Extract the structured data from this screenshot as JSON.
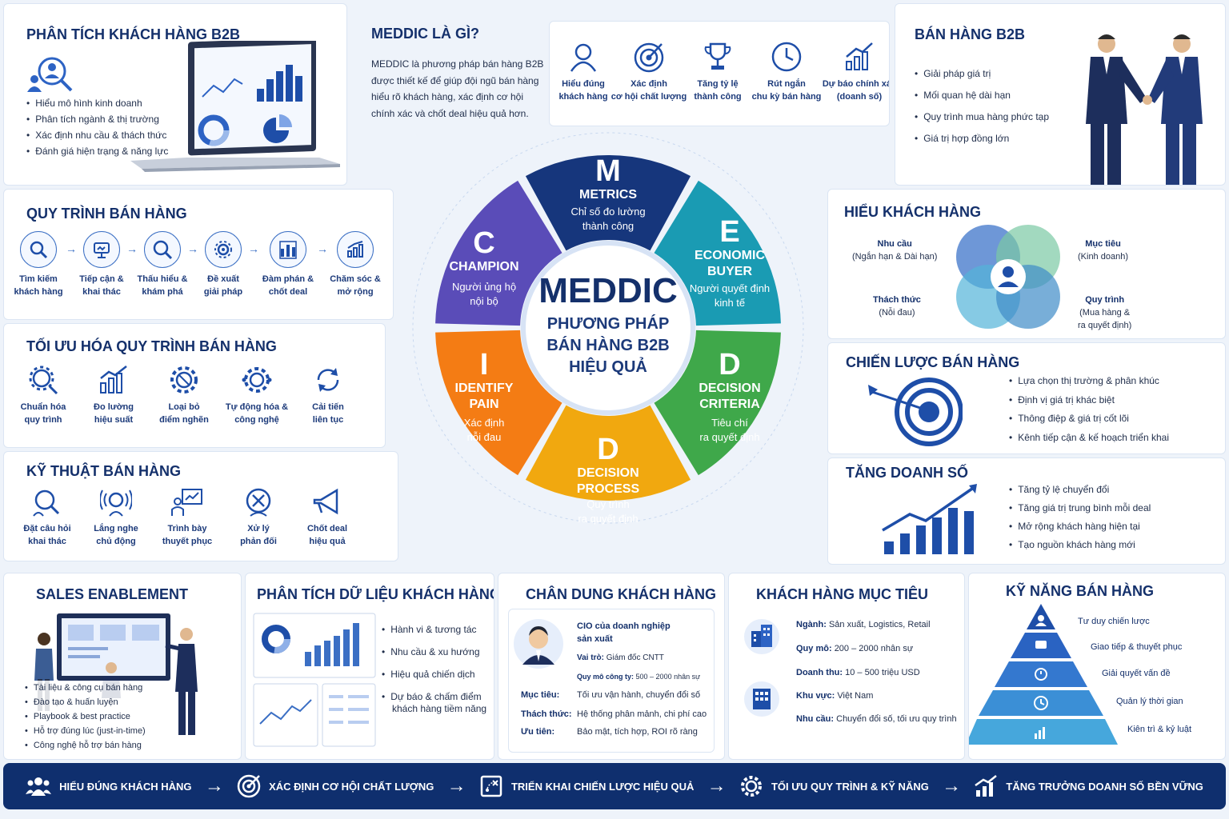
{
  "b2b_analysis": {
    "title": "PHÂN TÍCH KHÁCH HÀNG B2B",
    "bullets": [
      "Hiểu mô hình kinh doanh",
      "Phân tích ngành & thị trường",
      "Xác định nhu cầu & thách thức",
      "Đánh giá hiện trạng & năng lực"
    ]
  },
  "meddic_intro": {
    "title": "MEDDIC LÀ GÌ?",
    "body": [
      "MEDDIC là phương pháp bán hàng B2B",
      "được thiết kế để giúp đội ngũ bán hàng",
      "hiểu rõ khách hàng, xác định cơ hội",
      "chính xác và chốt deal hiệu quả hơn."
    ],
    "benefits": [
      {
        "icon": "user-icon",
        "l1": "Hiểu đúng",
        "l2": "khách hàng"
      },
      {
        "icon": "target-icon",
        "l1": "Xác định",
        "l2": "cơ hội chất lượng"
      },
      {
        "icon": "trophy-icon",
        "l1": "Tăng tỷ lệ",
        "l2": "thành công"
      },
      {
        "icon": "clock-icon",
        "l1": "Rút ngắn",
        "l2": "chu kỳ bán hàng"
      },
      {
        "icon": "growth-chart-icon",
        "l1": "Dự báo chính xác",
        "l2": "(doanh số)"
      }
    ]
  },
  "b2b_sales": {
    "title": "BÁN HÀNG B2B",
    "bullets": [
      "Giải pháp giá trị",
      "Mối quan hệ dài hạn",
      "Quy trình mua hàng phức tạp",
      "Giá trị hợp đồng lớn"
    ]
  },
  "sales_process": {
    "title": "QUY TRÌNH BÁN HÀNG",
    "steps": [
      {
        "icon": "search-icon",
        "l1": "Tìm kiếm",
        "l2": "khách hàng"
      },
      {
        "icon": "handshake-icon",
        "l1": "Tiếp cận &",
        "l2": "khai thác"
      },
      {
        "icon": "magnify-icon",
        "l1": "Thấu hiểu &",
        "l2": "khám phá"
      },
      {
        "icon": "solution-icon",
        "l1": "Đề xuất",
        "l2": "giải pháp"
      },
      {
        "icon": "negotiation-icon",
        "l1": "Đàm phán &",
        "l2": "chốt deal"
      },
      {
        "icon": "care-icon",
        "l1": "Chăm sóc &",
        "l2": "mở rộng"
      }
    ]
  },
  "optimize": {
    "title": "TỐI ƯU HÓA QUY TRÌNH BÁN HÀNG",
    "items": [
      {
        "icon": "gear-search-icon",
        "l1": "Chuẩn hóa",
        "l2": "quy trình"
      },
      {
        "icon": "bar-chart-icon",
        "l1": "Đo lường",
        "l2": "hiệu suất"
      },
      {
        "icon": "gear-icon",
        "l1": "Loại bỏ",
        "l2": "điểm nghẽn"
      },
      {
        "icon": "automation-icon",
        "l1": "Tự động hóa &",
        "l2": "công nghệ"
      },
      {
        "icon": "cycle-icon",
        "l1": "Cải tiến",
        "l2": "liên tục"
      }
    ]
  },
  "techniques": {
    "title": "KỸ THUẬT BÁN HÀNG",
    "items": [
      {
        "icon": "question-icon",
        "l1": "Đặt câu hỏi",
        "l2": "khai thác"
      },
      {
        "icon": "listen-icon",
        "l1": "Lắng nghe",
        "l2": "chủ động"
      },
      {
        "icon": "presentation-icon",
        "l1": "Trình bày",
        "l2": "thuyết phục"
      },
      {
        "icon": "objection-icon",
        "l1": "Xử lý",
        "l2": "phản đối"
      },
      {
        "icon": "megaphone-icon",
        "l1": "Chốt deal",
        "l2": "hiệu quả"
      }
    ]
  },
  "meddic": {
    "center_title": "MEDDIC",
    "center_sub": [
      "PHƯƠNG PHÁP",
      "BÁN HÀNG B2B",
      "HIỆU QUẢ"
    ],
    "segments": [
      {
        "letter": "M",
        "name": [
          "METRICS"
        ],
        "desc": [
          "Chỉ số đo lường",
          "thành công"
        ],
        "color": "#16367c"
      },
      {
        "letter": "E",
        "name": [
          "ECONOMIC",
          "BUYER"
        ],
        "desc": [
          "Người quyết định",
          "kinh tế"
        ],
        "color": "#1a9bb3"
      },
      {
        "letter": "D",
        "name": [
          "DECISION",
          "CRITERIA"
        ],
        "desc": [
          "Tiêu chí",
          "ra quyết định"
        ],
        "color": "#3fa84a"
      },
      {
        "letter": "D",
        "name": [
          "DECISION",
          "PROCESS"
        ],
        "desc": [
          "Quy trình",
          "ra quyết định"
        ],
        "color": "#f1a80f"
      },
      {
        "letter": "I",
        "name": [
          "IDENTIFY",
          "PAIN"
        ],
        "desc": [
          "Xác định",
          "nỗi đau"
        ],
        "color": "#f47c14"
      },
      {
        "letter": "C",
        "name": [
          "CHAMPION"
        ],
        "desc": [
          "Người ủng hộ",
          "nội bộ"
        ],
        "color": "#5a4cb8"
      }
    ]
  },
  "understand": {
    "title": "HIỂU KHÁCH HÀNG",
    "labels": [
      {
        "l1": "Nhu cầu",
        "l2": "(Ngắn hạn & Dài hạn)"
      },
      {
        "l1": "Mục tiêu",
        "l2": "(Kinh doanh)"
      },
      {
        "l1": "Thách thức",
        "l2": "(Nỗi đau)"
      },
      {
        "l1": "Quy trình",
        "l2": "(Mua hàng &",
        "l3": "ra quyết định)"
      }
    ]
  },
  "strategy": {
    "title": "CHIẾN LƯỢC BÁN HÀNG",
    "bullets": [
      "Lựa chọn thị trường & phân khúc",
      "Định vị giá trị khác biệt",
      "Thông điệp & giá trị cốt lõi",
      "Kênh tiếp cận & kế hoạch triển khai"
    ]
  },
  "revenue": {
    "title": "TĂNG DOANH SỐ",
    "bullets": [
      "Tăng tỷ lệ chuyển đổi",
      "Tăng giá trị trung bình mỗi deal",
      "Mở rộng khách hàng hiện tại",
      "Tạo nguồn khách hàng mới"
    ]
  },
  "enablement": {
    "title": "SALES ENABLEMENT",
    "bullets": [
      "Tài liệu & công cụ bán hàng",
      "Đào tạo & huấn luyện",
      "Playbook & best practice",
      "Hỗ trợ đúng lúc (just-in-time)",
      "Công nghệ hỗ trợ bán hàng"
    ]
  },
  "data_analysis": {
    "title": "PHÂN TÍCH DỮ LIỆU KHÁCH HÀNG",
    "bullets": [
      "Hành vi & tương tác",
      "Nhu cầu & xu hướng",
      "Hiệu quả chiến dịch",
      "Dự báo & chấm điểm"
    ],
    "extra": "khách hàng tiềm năng"
  },
  "persona": {
    "title": "CHÂN DUNG KHÁCH HÀNG",
    "role_l1": "CIO của doanh nghiệp",
    "role_l2": "sản xuất",
    "vai_tro_k": "Vai trò:",
    "vai_tro_v": "Giám đốc CNTT",
    "quy_mo_k": "Quy mô công ty:",
    "quy_mo_v": "500 – 2000 nhân sự",
    "rows": [
      {
        "k": "Mục tiêu:",
        "v": "Tối ưu vận hành, chuyển đổi số"
      },
      {
        "k": "Thách thức:",
        "v": "Hệ thống phân mảnh, chi phí cao"
      },
      {
        "k": "Ưu tiên:",
        "v": "Bảo mật, tích hợp, ROI rõ ràng"
      }
    ]
  },
  "target": {
    "title": "KHÁCH HÀNG MỤC TIÊU",
    "rows": [
      {
        "k": "Ngành:",
        "v": "Sản xuất, Logistics, Retail"
      },
      {
        "k": "Quy mô:",
        "v": "200 – 2000 nhân sự"
      },
      {
        "k": "Doanh thu:",
        "v": "10 – 500 triệu USD"
      },
      {
        "k": "Khu vực:",
        "v": "Việt Nam"
      },
      {
        "k": "Nhu cầu:",
        "v": "Chuyển đổi số, tối ưu quy trình"
      }
    ]
  },
  "skills": {
    "title": "KỸ NĂNG BÁN HÀNG",
    "levels": [
      "Tư duy chiến lược",
      "Giao tiếp & thuyết phục",
      "Giải quyết vấn đề",
      "Quản lý thời gian",
      "Kiên trì & kỷ luật"
    ]
  },
  "footer": {
    "items": [
      {
        "icon": "team-icon",
        "label": "HIỂU ĐÚNG KHÁCH HÀNG"
      },
      {
        "icon": "target-icon",
        "label": "XÁC ĐỊNH CƠ HỘI CHẤT LƯỢNG"
      },
      {
        "icon": "strategy-icon",
        "label": "TRIỂN KHAI CHIẾN LƯỢC HIỆU QUẢ"
      },
      {
        "icon": "gear-icon",
        "label": "TỐI ƯU QUY TRÌNH & KỸ NĂNG"
      },
      {
        "icon": "growth-chart-icon",
        "label": "TĂNG TRƯỞNG DOANH SỐ BỀN VỮNG"
      }
    ]
  }
}
